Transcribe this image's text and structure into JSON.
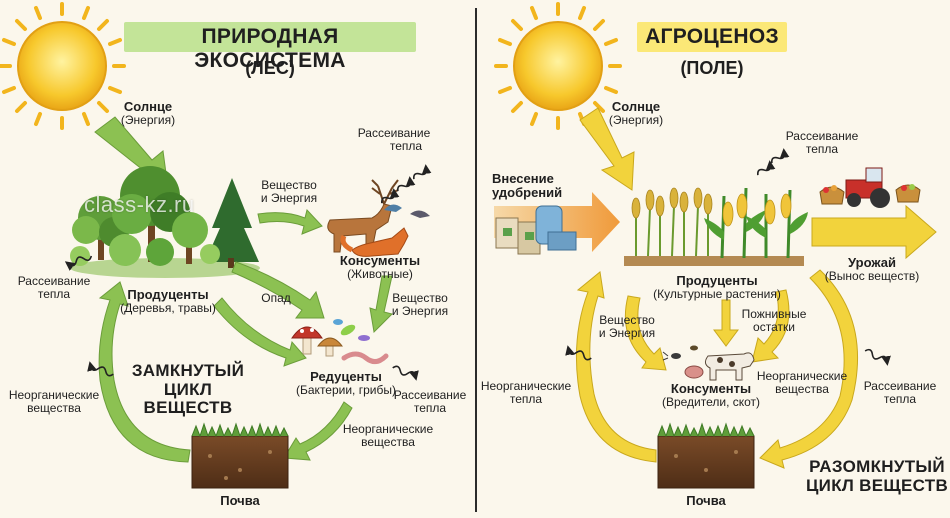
{
  "colors": {
    "background": "#fbf7ec",
    "forest_arrow": "#8cc152",
    "field_arrow": "#f2d33c",
    "highlight_green": "#b9e08a",
    "highlight_yellow": "#fbe56a",
    "divider": "#2b2b2b"
  },
  "watermark": "class-kz.ru",
  "forest": {
    "title": "ПРИРОДНАЯ ЭКОСИСТЕМА",
    "subtitle": "(ЛЕС)",
    "sun": {
      "title": "Солнце",
      "note": "(Энергия)"
    },
    "heat_top": {
      "line1": "Рассеивание",
      "line2": "тепла"
    },
    "matter_energy_top": {
      "line1": "Вещество",
      "line2": "и Энергия"
    },
    "consumers": {
      "title": "Консументы",
      "note": "(Животные)"
    },
    "heat_left": {
      "line1": "Рассеивание",
      "line2": "тепла"
    },
    "producers": {
      "title": "Продуценты",
      "note": "(Деревья, травы)"
    },
    "litter": "Опад",
    "matter_energy_right": {
      "line1": "Вещество",
      "line2": "и Энергия"
    },
    "cycle": {
      "line1": "ЗАМКНУТЫЙ",
      "line2": "ЦИКЛ ВЕЩЕСТВ"
    },
    "inorganic_left": {
      "line1": "Неорганические",
      "line2": "вещества"
    },
    "decomposers": {
      "title": "Редуценты",
      "note": "(Бактерии, грибы)"
    },
    "heat_right": {
      "line1": "Рассеивание",
      "line2": "тепла"
    },
    "inorganic_bottom": {
      "line1": "Неорганические",
      "line2": "вещества"
    },
    "soil": "Почва"
  },
  "field": {
    "title": "АГРОЦЕНОЗ",
    "subtitle": "(ПОЛЕ)",
    "sun": {
      "title": "Солнце",
      "note": "(Энергия)"
    },
    "heat_top": {
      "line1": "Рассеивание",
      "line2": "тепла"
    },
    "fertilizer": {
      "line1": "Внесение",
      "line2": "удобрений"
    },
    "harvest": {
      "title": "Урожай",
      "note": "(Вынос веществ)"
    },
    "producers": {
      "title": "Продуценты",
      "note": "(Культурные растения)"
    },
    "matter_energy": {
      "line1": "Вещество",
      "line2": "и Энергия"
    },
    "residues": {
      "line1": "Пожнивные",
      "line2": "остатки"
    },
    "inorganic_left": {
      "line1": "Неорганические",
      "line2": "тепла"
    },
    "consumers": {
      "title": "Консументы",
      "note": "(Вредители, скот)"
    },
    "inorganic_right": {
      "line1": "Неорганические",
      "line2": "вещества"
    },
    "heat_right": {
      "line1": "Рассеивание",
      "line2": "тепла"
    },
    "cycle": {
      "line1": "РАЗОМКНУТЫЙ",
      "line2": "ЦИКЛ ВЕЩЕСТВ"
    },
    "soil": "Почва"
  }
}
